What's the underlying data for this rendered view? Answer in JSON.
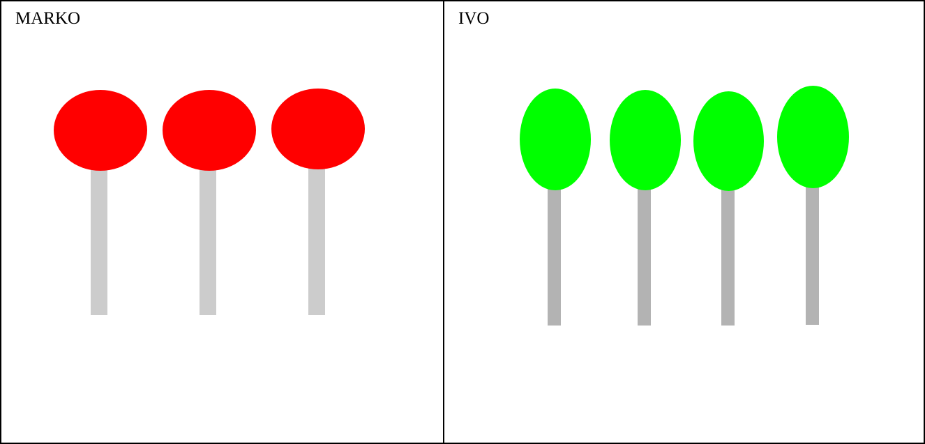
{
  "panels": [
    {
      "label": "MARKO",
      "candy_color": "#ff0000",
      "stick_color": "#cccccc",
      "lollipop_count": 3
    },
    {
      "label": "IVO",
      "candy_color": "#00ff00",
      "stick_color": "#b3b3b3",
      "lollipop_count": 4
    }
  ]
}
